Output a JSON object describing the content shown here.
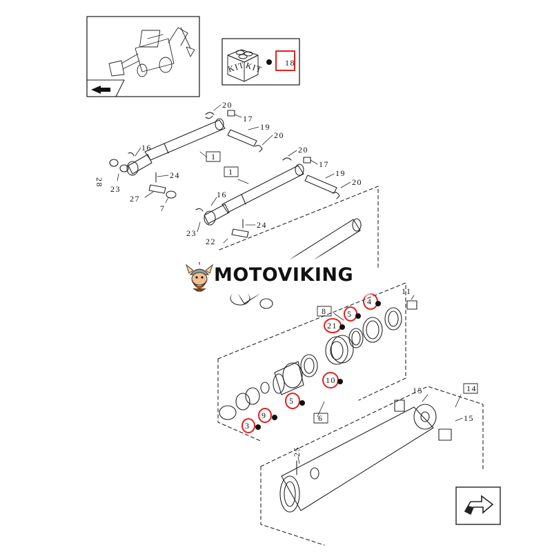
{
  "colors": {
    "line": "#222222",
    "highlight": "#e02020",
    "background": "#ffffff"
  },
  "kit": {
    "label_left": "KIT",
    "label_right": "KIT",
    "ref": "18"
  },
  "brand": {
    "name": "MOTOVIKING",
    "logo_icon": "viking-mascot-icon"
  },
  "callouts": [
    {
      "id": "c20a",
      "text": "20"
    },
    {
      "id": "c17a",
      "text": "17"
    },
    {
      "id": "c19a",
      "text": "19"
    },
    {
      "id": "c20b",
      "text": "20"
    },
    {
      "id": "c16a",
      "text": "16"
    },
    {
      "id": "c1a",
      "text": "1"
    },
    {
      "id": "c28",
      "text": "28"
    },
    {
      "id": "c23a",
      "text": "23"
    },
    {
      "id": "c24a",
      "text": "24"
    },
    {
      "id": "c27",
      "text": "27"
    },
    {
      "id": "c7",
      "text": "7"
    },
    {
      "id": "c20c",
      "text": "20"
    },
    {
      "id": "c17b",
      "text": "17"
    },
    {
      "id": "c1b",
      "text": "1"
    },
    {
      "id": "c19b",
      "text": "19"
    },
    {
      "id": "c20d",
      "text": "20"
    },
    {
      "id": "c16b",
      "text": "16"
    },
    {
      "id": "c23b",
      "text": "23"
    },
    {
      "id": "c24b",
      "text": "24"
    },
    {
      "id": "c22",
      "text": "22"
    },
    {
      "id": "c11",
      "text": "11"
    },
    {
      "id": "c8",
      "text": "8"
    },
    {
      "id": "c4",
      "text": "4"
    },
    {
      "id": "c5a",
      "text": "5"
    },
    {
      "id": "c21",
      "text": "21"
    },
    {
      "id": "c10",
      "text": "10"
    },
    {
      "id": "c5b",
      "text": "5"
    },
    {
      "id": "c9",
      "text": "9"
    },
    {
      "id": "c3",
      "text": "3"
    },
    {
      "id": "c6",
      "text": "6"
    },
    {
      "id": "c15a",
      "text": "15"
    },
    {
      "id": "c14",
      "text": "14"
    },
    {
      "id": "c15b",
      "text": "15"
    },
    {
      "id": "c25",
      "text": "25"
    }
  ],
  "icons": {
    "thumbnail": "backhoe-loader-icon",
    "thumbnail_arrow": "arrow-right-icon",
    "nav": "next-page-arrow-icon"
  }
}
